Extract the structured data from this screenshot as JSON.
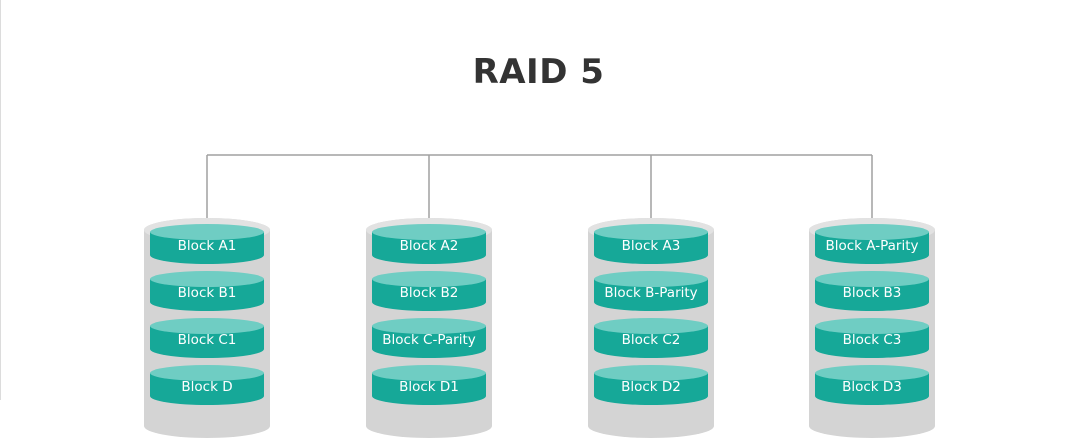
{
  "title": "RAID 5",
  "colors": {
    "block": "#16a898",
    "block_top": "#6fcdc3",
    "disk_casing": "#d4d4d4",
    "connector_line": "#a0a0a0",
    "title_text": "#333333"
  },
  "disks": [
    {
      "blocks": [
        "Block A1",
        "Block B1",
        "Block C1",
        "Block D"
      ]
    },
    {
      "blocks": [
        "Block A2",
        "Block B2",
        "Block C-Parity",
        "Block D1"
      ]
    },
    {
      "blocks": [
        "Block A3",
        "Block B-Parity",
        "Block C2",
        "Block D2"
      ]
    },
    {
      "blocks": [
        "Block A-Parity",
        "Block B3",
        "Block C3",
        "Block D3"
      ]
    }
  ]
}
